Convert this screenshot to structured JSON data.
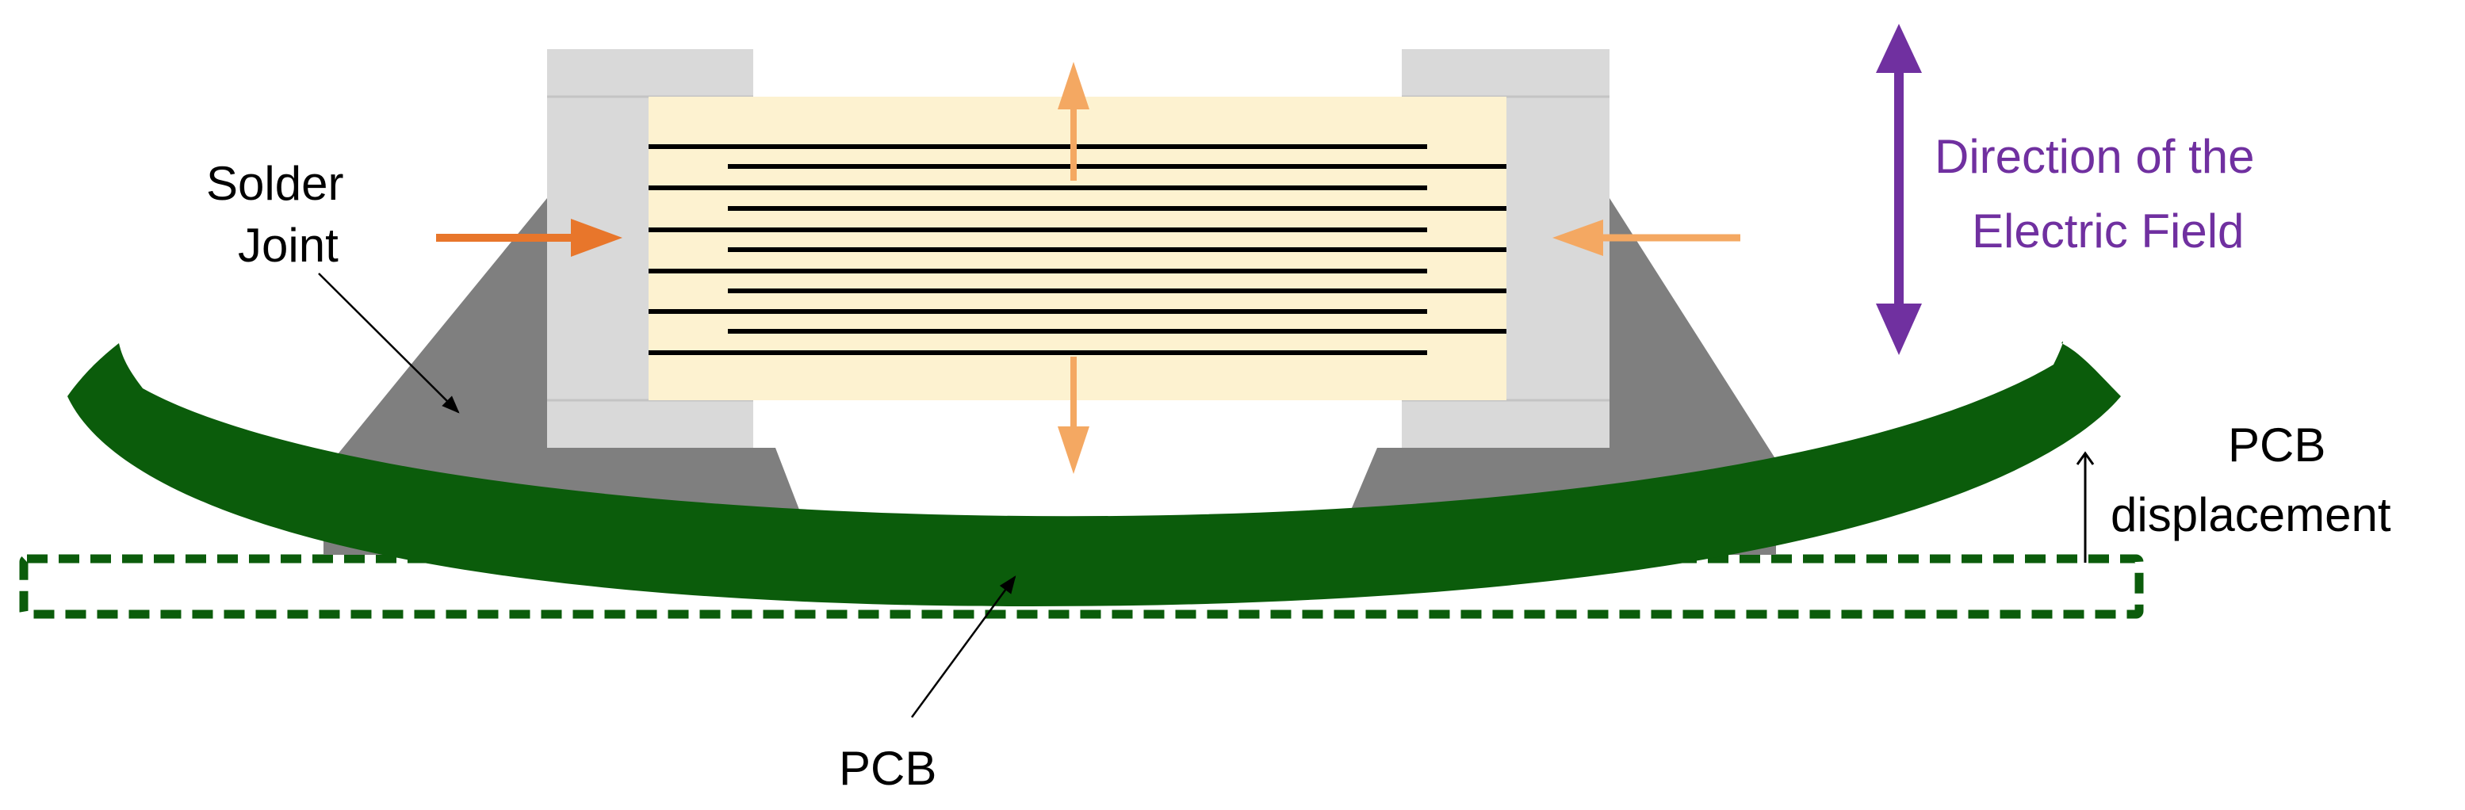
{
  "labels": {
    "solder_joint_line1": "Solder",
    "solder_joint_line2": "Joint",
    "field_line1": "Direction of the",
    "field_line2": "Electric Field",
    "pcb_disp_line1": "PCB",
    "pcb_disp_line2": "displacement",
    "pcb": "PCB"
  },
  "colors": {
    "pcb_green": "#0b5c0b",
    "solder_gray": "#7f7f7f",
    "terminal_gray": "#d9d9d9",
    "ceramic_body": "#fdf2d0",
    "electrode_black": "#000000",
    "force_arrow_orange": "#e8762b",
    "strain_arrow_light_orange": "#f4a862",
    "field_arrow_purple": "#7030a0",
    "text_black": "#000000",
    "field_text_purple": "#7030a0"
  },
  "icons": {
    "field_arrow": "double-headed-arrow",
    "force_arrows": "horizontal-arrow",
    "strain_arrows": "vertical-arrow"
  }
}
